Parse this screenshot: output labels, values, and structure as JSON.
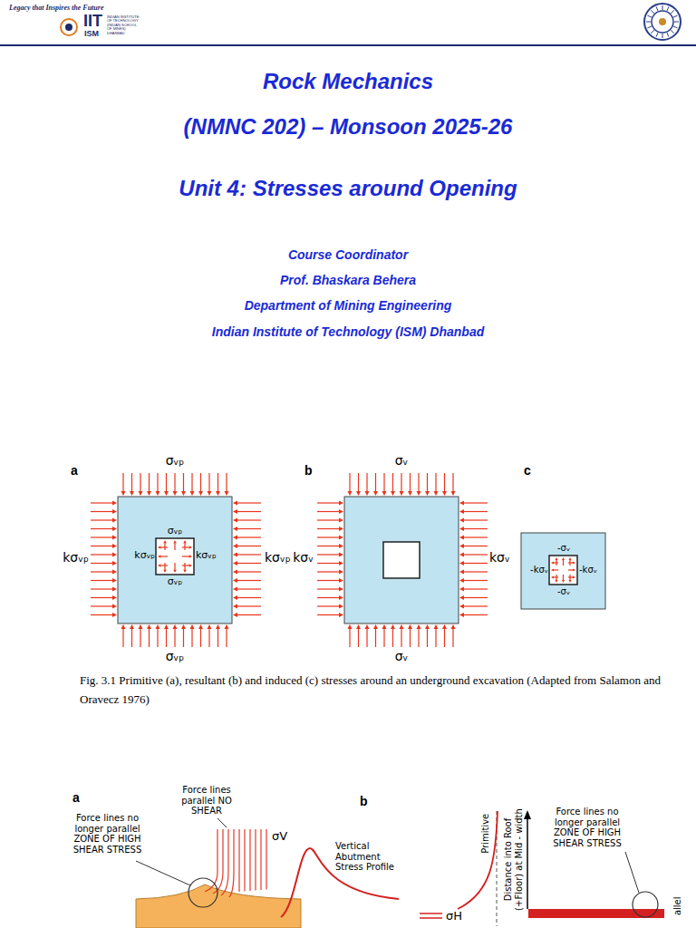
{
  "diagram": {
    "title": "Rock Mechanics",
    "caption": "Fig. 3.1 Primitive (a), resultant (b) and induced (c) stresses around an underground excavation (Adapted from Salamon and Oravecz 1976)",
    "nodes": [
      {
        "text": [
          "σᵥₚ",
          "kσᵥₚ",
          "kσᵥₚ",
          "σᵥₚ"
        ]
      },
      {
        "text": [
          "-σᵥ",
          "-kσᵥ",
          "-kσᵥ",
          "-σᵥ"
        ]
      }
    ],
    "labels": [
      "Legacy that Inspires the Future",
      "IIT",
      "ISM",
      "INDIAN INSTITUTE OF TECHNOLOGY (INDIAN SCHOOL OF MINES) DHANBAD",
      "(NMNC 202) – Monsoon 2025-26",
      "Unit 4: Stresses around Opening",
      "Course Coordinator",
      "Prof. Bhaskara Behera",
      "Department of Mining Engineering",
      "Indian Institute of Technology (ISM) Dhanbad",
      "a",
      "σᵥₚ",
      "kσᵥₚ",
      "kσᵥₚ",
      "σᵥₚ",
      "b",
      "σᵥ",
      "kσᵥ",
      "kσᵥ",
      "σᵥ",
      "c",
      "a",
      "Force lines no longer parallel ZONE OF HIGH SHEAR STRESS",
      "Force lines parallel NO SHEAR",
      "σV",
      "Vertical Abutment Stress Profile",
      "b",
      "Distance into Roof (+Floor) at Mid - width",
      "Primitive",
      "σH",
      "Force lines no longer parallel ZONE OF HIGH SHEAR STRESS",
      "allel"
    ]
  }
}
